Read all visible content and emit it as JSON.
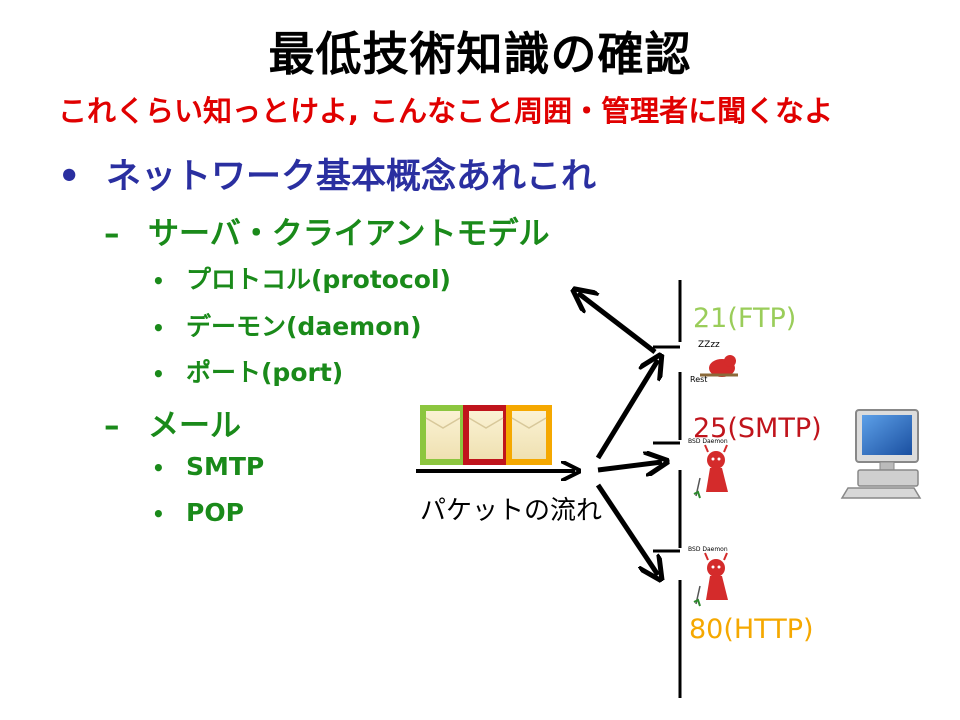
{
  "slide": {
    "title": "最低技術知識の確認",
    "subtitle": "これくらい知っとけよ, こんなこと周囲・管理者に聞くなよ"
  },
  "bullets": {
    "level1": {
      "mark": "•",
      "text": "ネットワーク基本概念あれこれ"
    },
    "server_client": {
      "mark": "–",
      "text": "サーバ・クライアントモデル"
    },
    "protocol": {
      "mark": "•",
      "text": "プロトコル(protocol)"
    },
    "daemon": {
      "mark": "•",
      "text": "デーモン(daemon)"
    },
    "port": {
      "mark": "•",
      "text": "ポート(port)"
    },
    "mail": {
      "mark": "–",
      "text": "メール"
    },
    "smtp": {
      "mark": "•",
      "text": "SMTP"
    },
    "pop": {
      "mark": "•",
      "text": "POP"
    }
  },
  "diagram": {
    "packet_flow_label": "パケットの流れ",
    "packet_colors": [
      "#8cc63f",
      "#c0141c",
      "#f5a800"
    ],
    "ports": [
      {
        "label": "21(FTP)",
        "color": "#9acd5a"
      },
      {
        "label": "25(SMTP)",
        "color": "#c0141c"
      },
      {
        "label": "80(HTTP)",
        "color": "#f5a800"
      }
    ],
    "daemon_caption": "BSD Daemon",
    "rest_caption": "Rest",
    "sleep_text": "ZZzz"
  }
}
